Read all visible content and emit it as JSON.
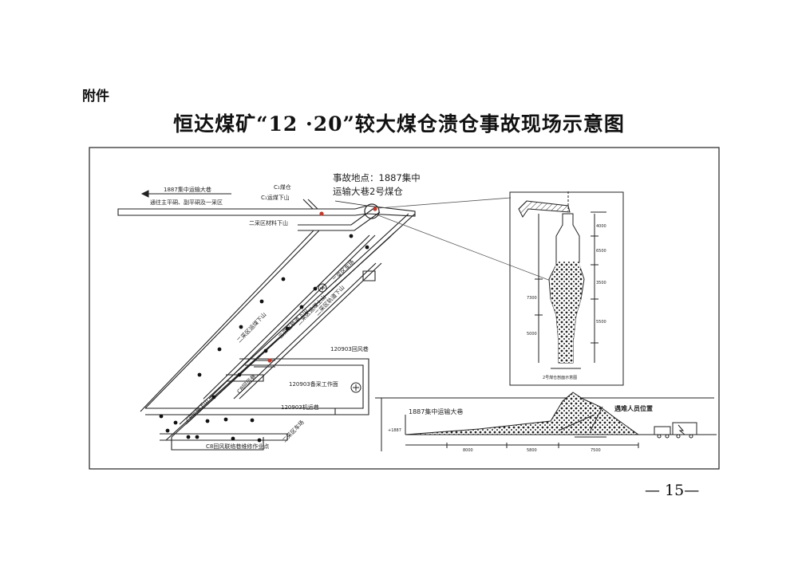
{
  "annex_label": "附件",
  "title": "恒达煤矿“12 ·20”较大煤仓溃仓事故现场示意图",
  "page_number": "— 15—",
  "map_labels": {
    "main_roadway": "1887集中运输大巷",
    "to_shaft": "通往主平硐、副平硐及一采区",
    "c_coal_bunker": "C₁煤仓",
    "c_transport_down": "C₁运煤下山",
    "area2_material_down": "二采区材料下山",
    "accident_site_line1": "事故地点：1887集中",
    "accident_site_line2": "运输大巷2号煤仓",
    "area2_transport_down": "二采区运煤下山",
    "area2_track_down": "二采区轨道下山",
    "area2_track_down_2": "二采区轨道下山",
    "area2_belt": "二采区车场",
    "return_airway": "120903回风巷",
    "working_face": "120903备采工作面",
    "haulage_roadway": "120903机运巷",
    "c8_connect": "C8回风联络巷维修作业点",
    "area2_lower": "二采区车场",
    "side_label_1": "C8运输下山",
    "side_label_2": "C8回风巷",
    "side_label_3": "二采区运煤上山"
  },
  "section_labels": {
    "roadway_name": "1887集中运输大巷",
    "victims_position": "遇难人员位置",
    "elevation": "+1887",
    "dims": [
      "8000",
      "5800",
      "7500"
    ]
  },
  "bunker_labels": {
    "caption": "2号煤仓剖面示意图",
    "dims": [
      "4000",
      "6500",
      "3500",
      "5500",
      "7300",
      "5000"
    ]
  }
}
